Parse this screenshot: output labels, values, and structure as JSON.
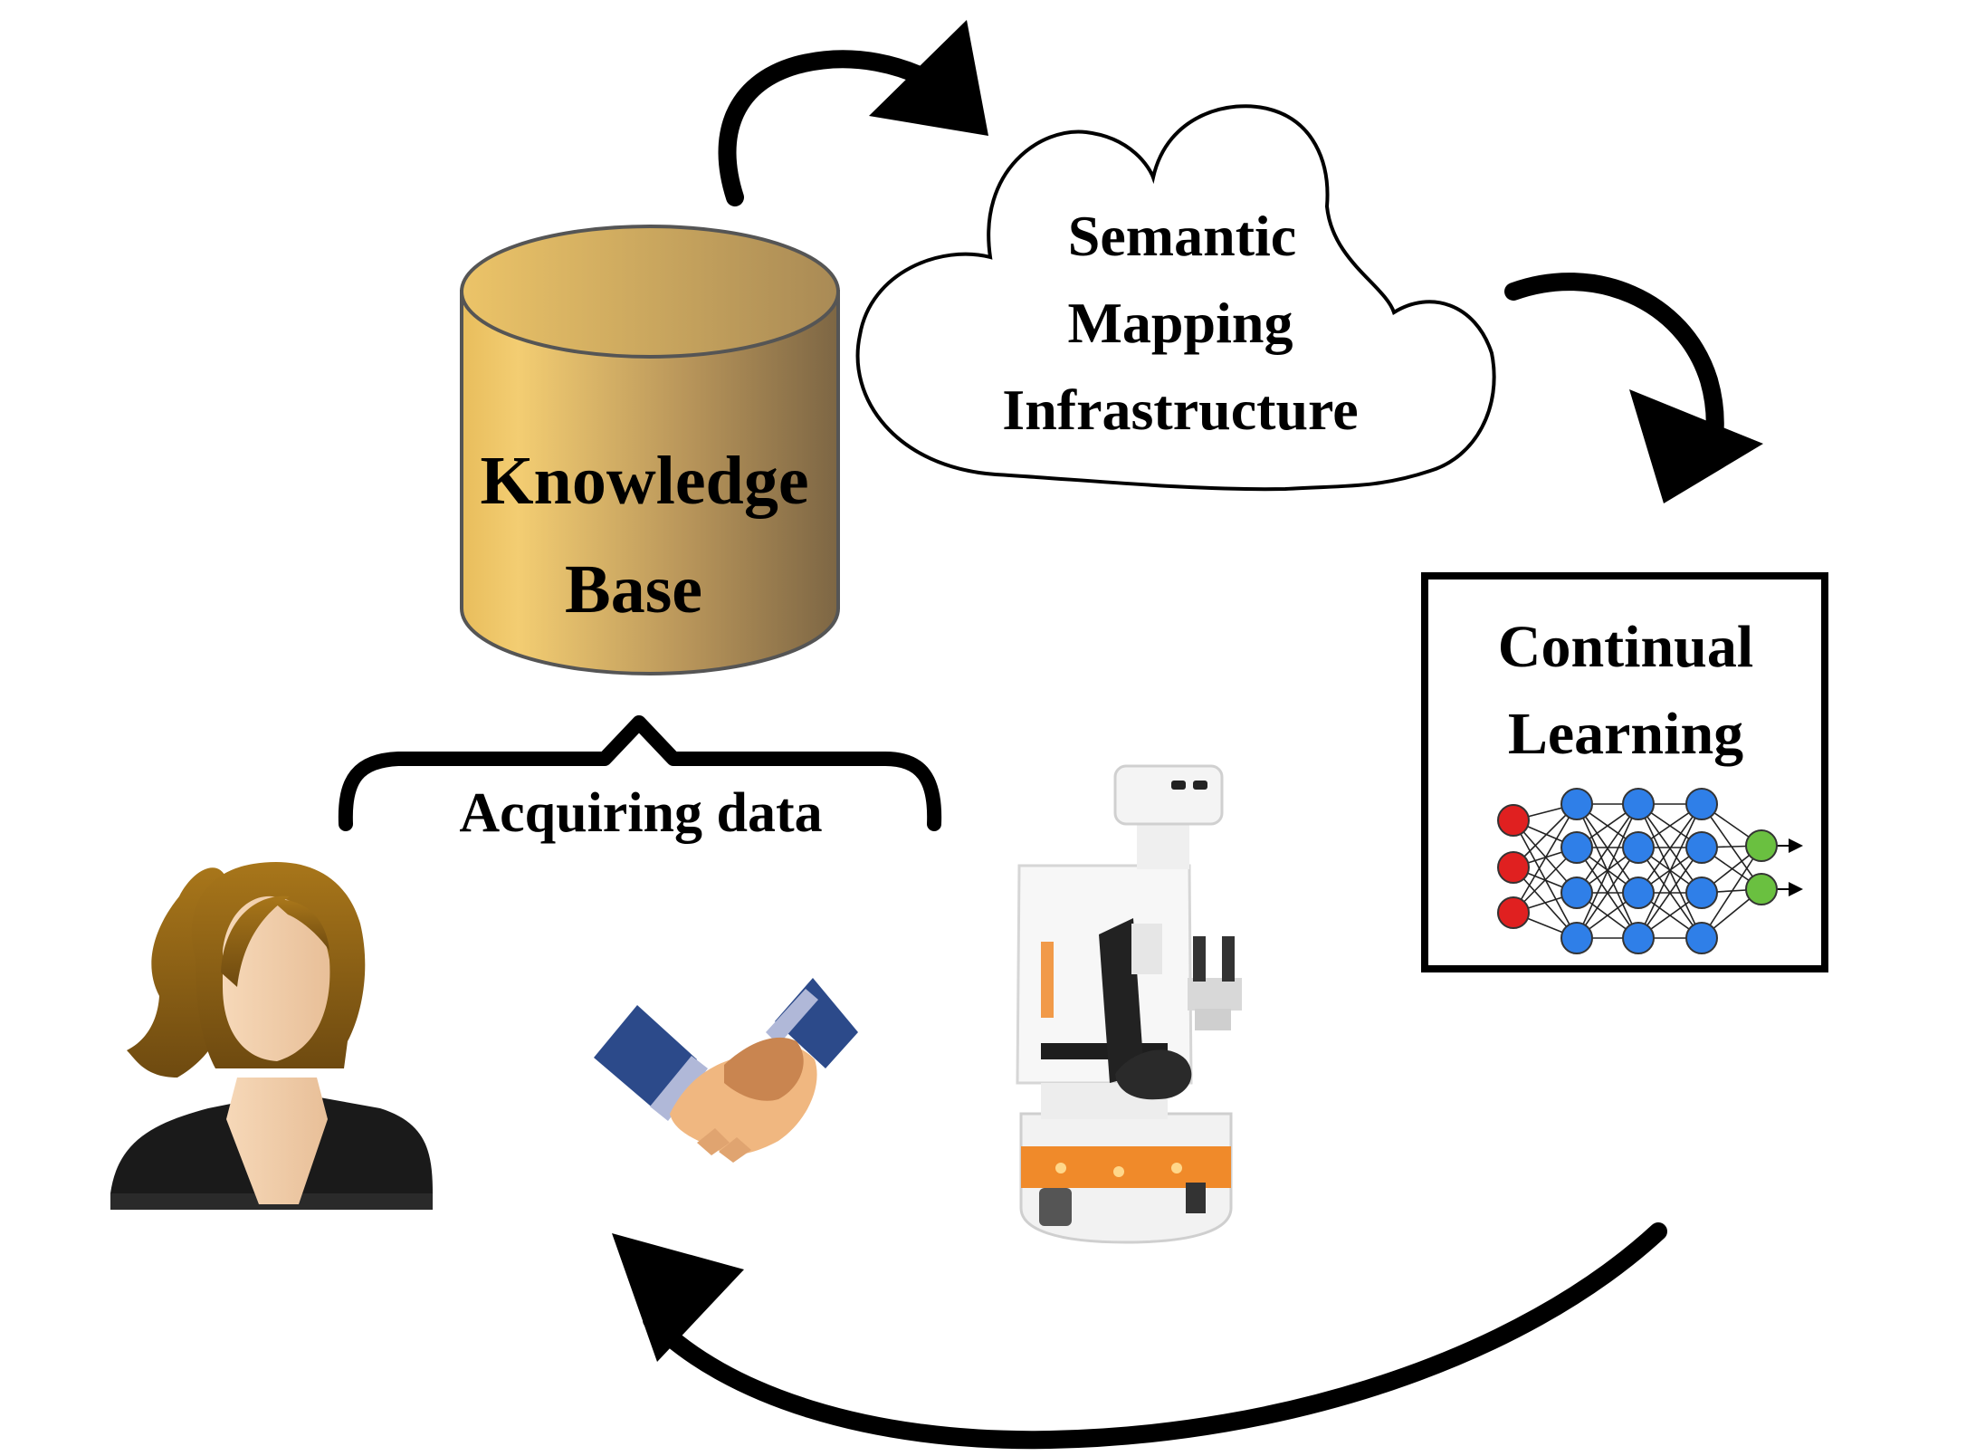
{
  "knowledge_base": {
    "line1": "Knowledge",
    "line2": "Base"
  },
  "semantic_mapping": {
    "line1": "Semantic",
    "line2": "Mapping",
    "line3": "Infrastructure"
  },
  "continual_learning": {
    "line1": "Continual",
    "line2": "Learning"
  },
  "acquiring_data": {
    "label": "Acquiring data"
  },
  "colors": {
    "cylinder_light": "#f2c96a",
    "cylinder_dark": "#7a6440",
    "nn_input": "#e02020",
    "nn_hidden": "#2f7fe8",
    "nn_output": "#6ac040",
    "arrow": "#000000",
    "robot_accent": "#f08a2a"
  },
  "icons": {
    "person": "woman-avatar-icon",
    "handshake": "handshake-icon",
    "robot": "tiago-robot-icon",
    "neural_network": "neural-network-icon"
  }
}
